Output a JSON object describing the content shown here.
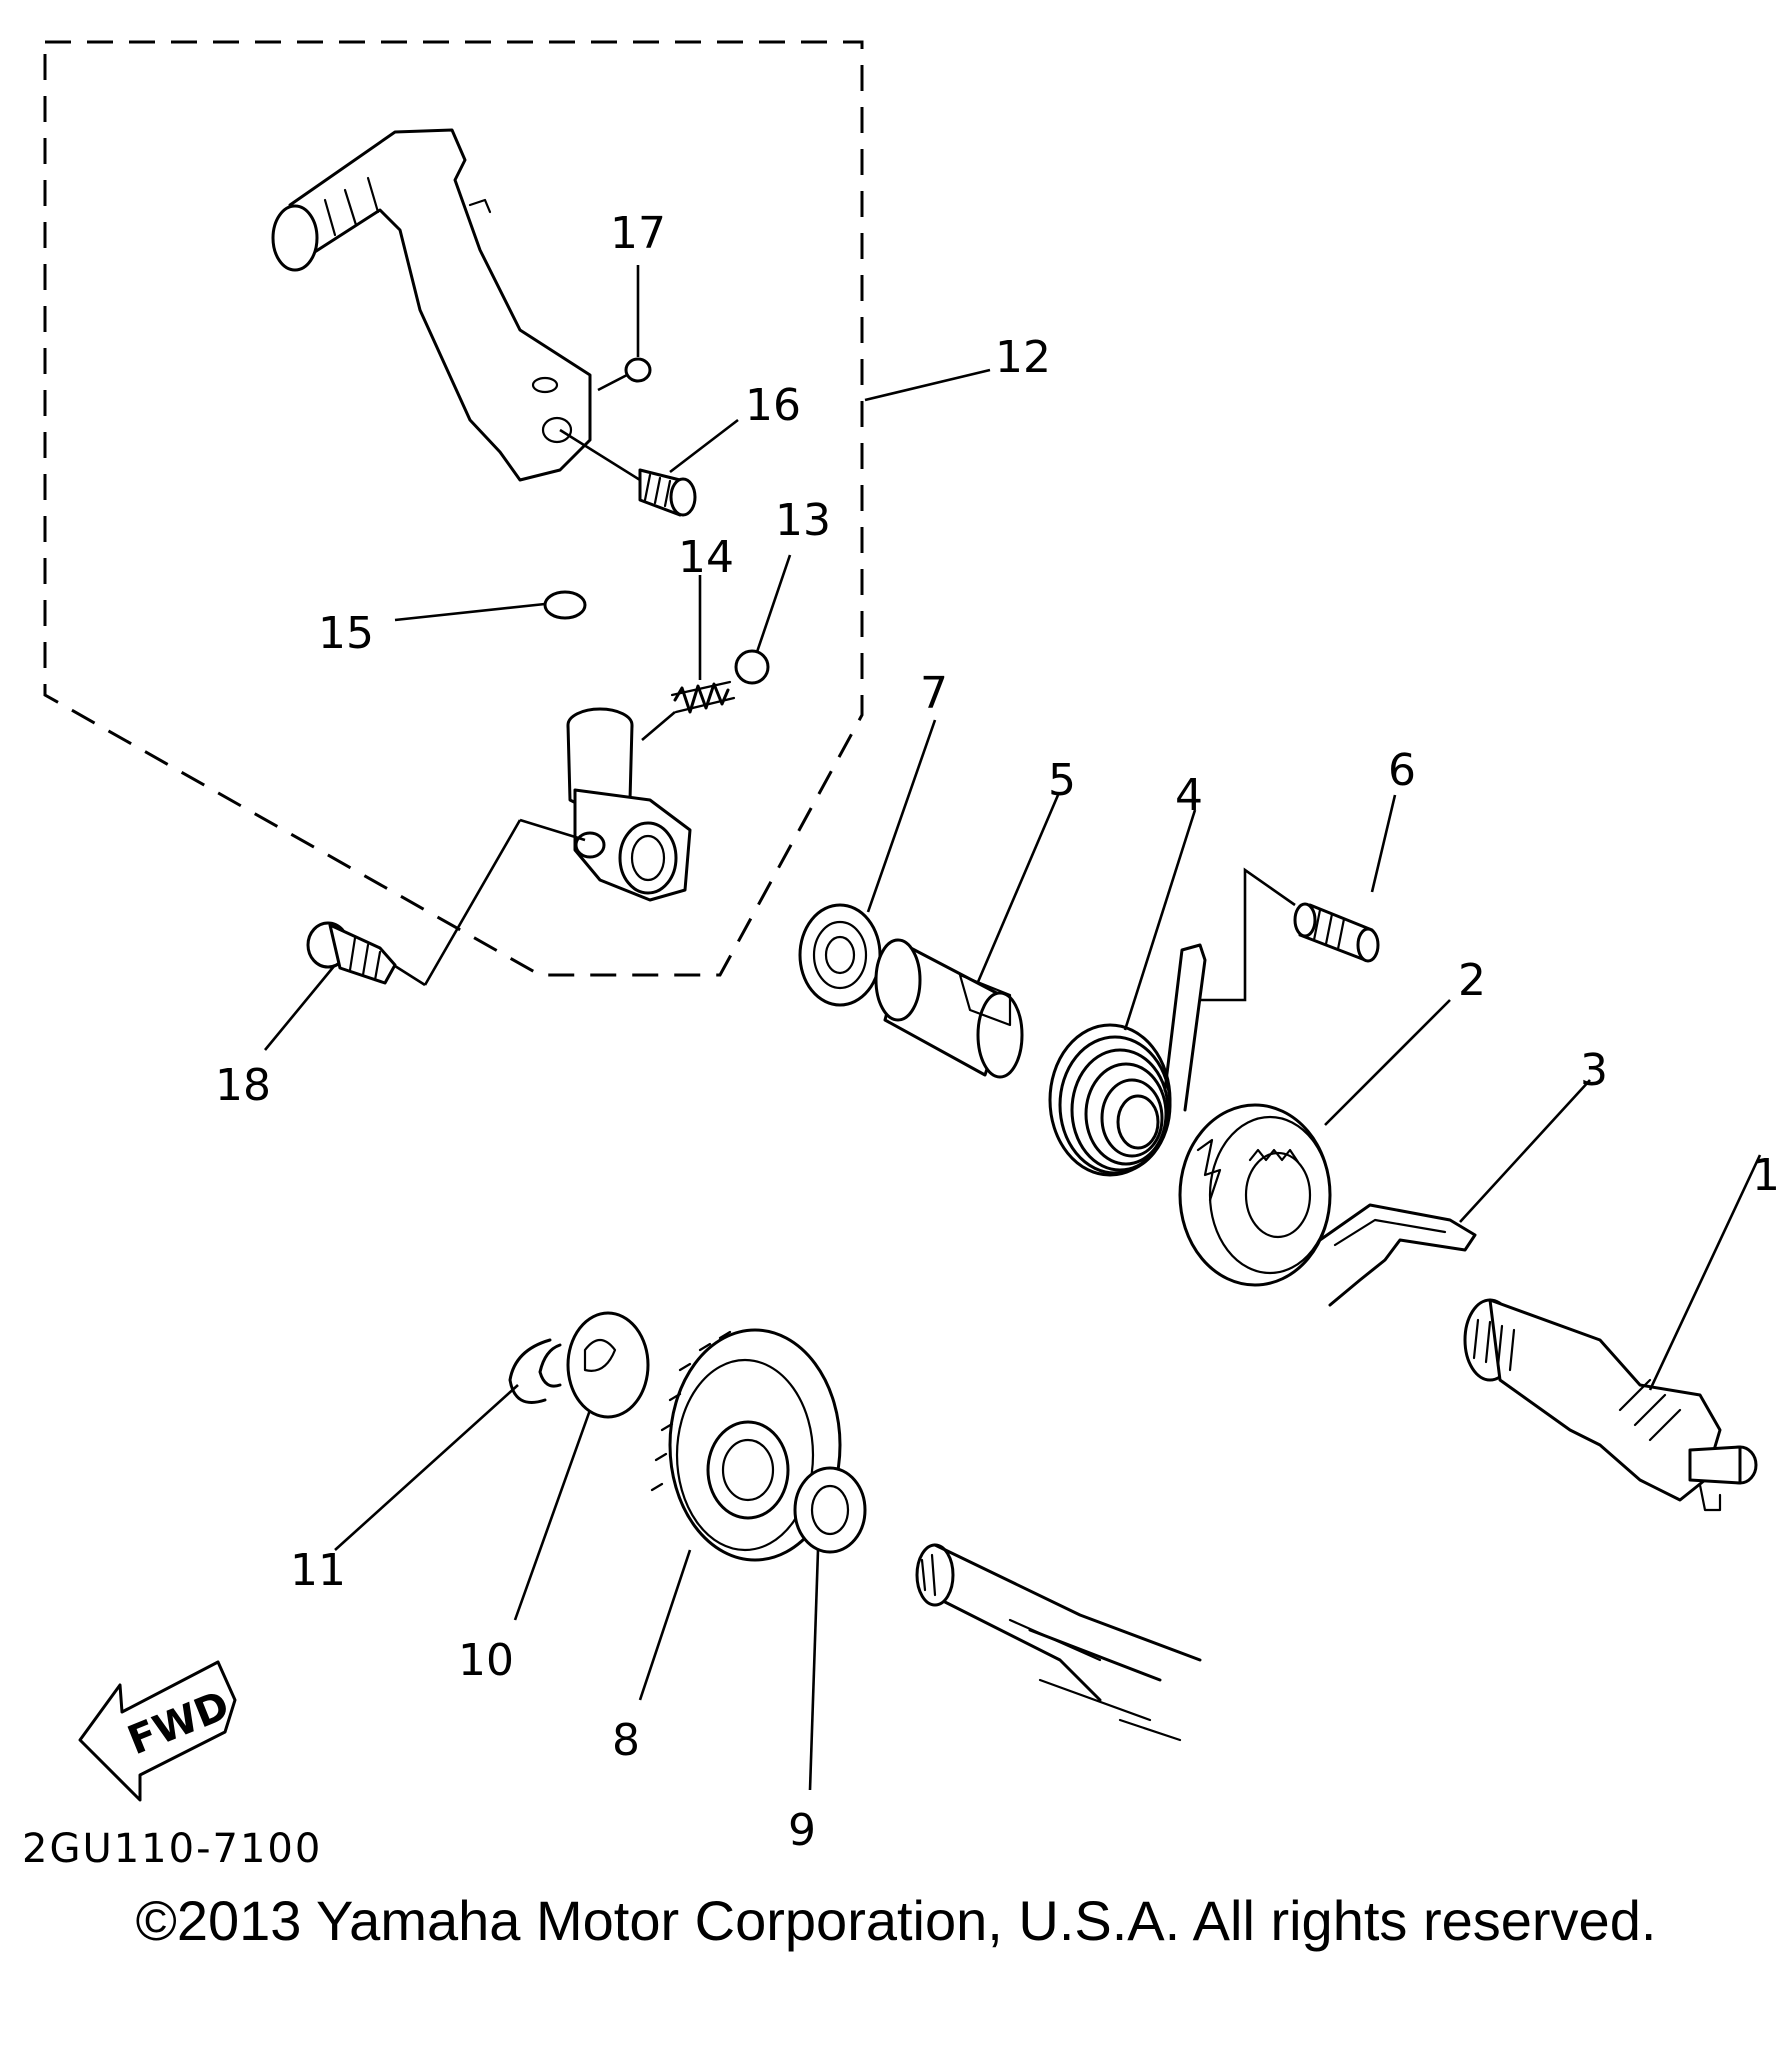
{
  "diagram": {
    "part_labels": {
      "p1": "1",
      "p2": "2",
      "p3": "3",
      "p4": "4",
      "p5": "5",
      "p6": "6",
      "p7": "7",
      "p8": "8",
      "p9": "9",
      "p10": "10",
      "p11": "11",
      "p12": "12",
      "p13": "13",
      "p14": "14",
      "p15": "15",
      "p16": "16",
      "p17": "17",
      "p18": "18"
    },
    "fwd_label": "FWD",
    "drawing_code": "2GU110-7100"
  },
  "footer": {
    "copyright": "©2013 Yamaha Motor Corporation, U.S.A. All rights reserved."
  }
}
